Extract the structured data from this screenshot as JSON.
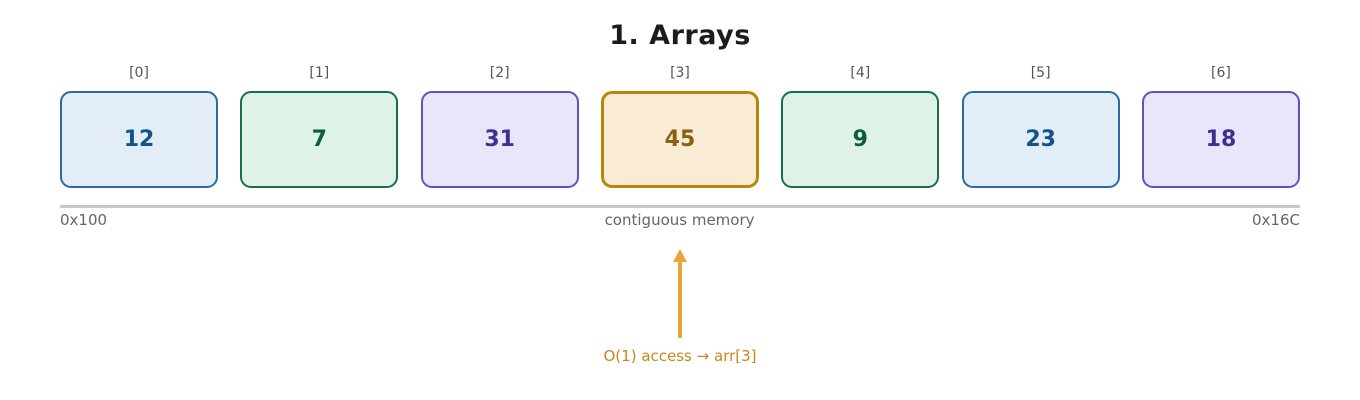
{
  "title": "1. Arrays",
  "array": {
    "cells": [
      {
        "index": "[0]",
        "value": "12",
        "theme": "blue",
        "highlighted": false
      },
      {
        "index": "[1]",
        "value": "7",
        "theme": "green",
        "highlighted": false
      },
      {
        "index": "[2]",
        "value": "31",
        "theme": "purple",
        "highlighted": false
      },
      {
        "index": "[3]",
        "value": "45",
        "theme": "highlight",
        "highlighted": true
      },
      {
        "index": "[4]",
        "value": "9",
        "theme": "green",
        "highlighted": false
      },
      {
        "index": "[5]",
        "value": "23",
        "theme": "blue",
        "highlighted": false
      },
      {
        "index": "[6]",
        "value": "18",
        "theme": "purple",
        "highlighted": false
      }
    ]
  },
  "memory": {
    "start_address": "0x100",
    "label": "contiguous memory",
    "end_address": "0x16C"
  },
  "annotation": {
    "text": "O(1) access → arr[3]",
    "target_index": 3
  },
  "colors": {
    "blue": {
      "border": "#2a6ba4",
      "bg": "#e2edf8",
      "text": "#10548a"
    },
    "green": {
      "border": "#17704a",
      "bg": "#def2e7",
      "text": "#0e5e38"
    },
    "purple": {
      "border": "#5d54c4",
      "bg": "#e8e6f8",
      "text": "#3b3194"
    },
    "highlight": {
      "border": "#b8860b",
      "bg": "#faecd4",
      "text": "#8a5f10"
    },
    "memory_line": "#c9c9c9",
    "memory_text": "#666666",
    "index_text": "#555555",
    "arrow": "#e6a63c",
    "annotation_text": "#c8871d",
    "title_text": "#1c1c1c"
  }
}
